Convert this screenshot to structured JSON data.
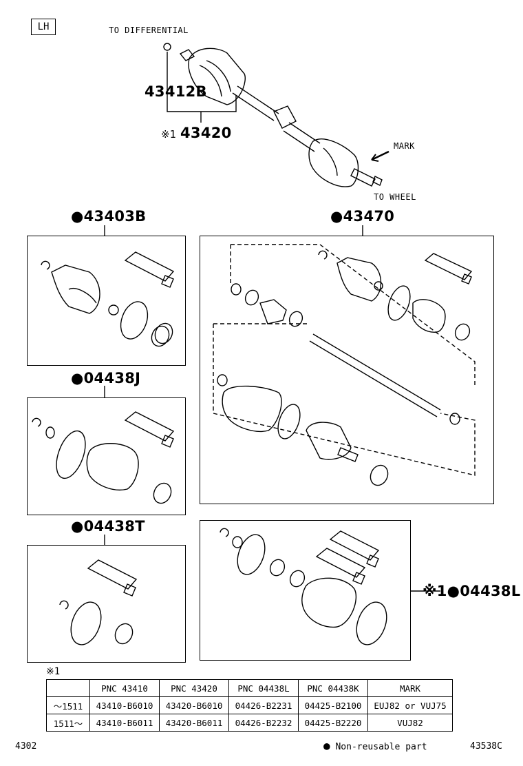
{
  "side_label": "LH",
  "labels": {
    "to_differential": "TO DIFFERENTIAL",
    "to_wheel": "TO WHEEL",
    "mark": "MARK",
    "pnc_43412B": "43412B",
    "pnc_43420": "43420",
    "pnc_43420_prefix": "※1"
  },
  "kits": {
    "k43403B": "●43403B",
    "k43470": "●43470",
    "k04438J": "●04438J",
    "k04438T": "●04438T",
    "k04438L": "※1●04438L"
  },
  "footnote_marker": "※1",
  "table": {
    "headers": [
      "",
      "PNC 43410",
      "PNC 43420",
      "PNC 04438L",
      "PNC 04438K",
      "MARK"
    ],
    "rows": [
      [
        "～1511",
        "43410-B6010",
        "43420-B6010",
        "04426-B2231",
        "04425-B2100",
        "EUJ82 or VUJ75"
      ],
      [
        "1511～",
        "43410-B6011",
        "43420-B6011",
        "04426-B2232",
        "04425-B2220",
        "VUJ82"
      ]
    ]
  },
  "legend": {
    "bullet": "●",
    "text": "Non-reusable part"
  },
  "footer": {
    "left_code": "4302",
    "right_code": "43538C"
  }
}
